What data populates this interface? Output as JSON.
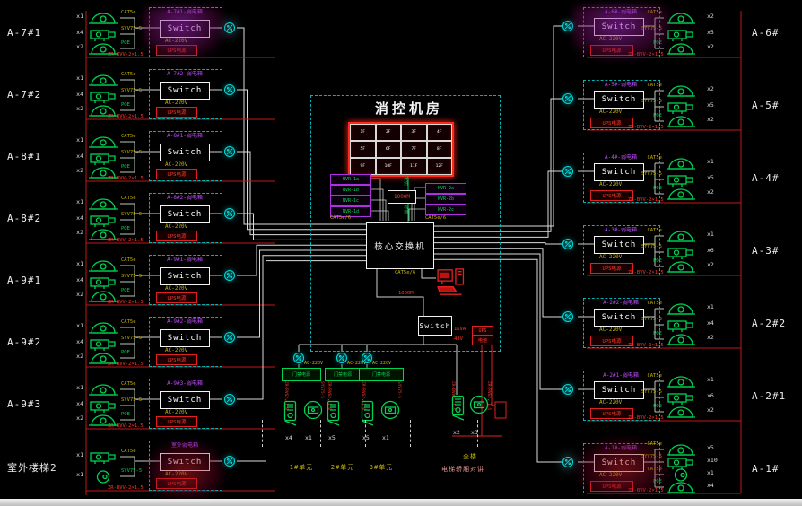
{
  "colors": {
    "background": "#000000",
    "green": "#00d353",
    "cyan": "#00b4b4",
    "purple": "#c24dff",
    "red": "#ff2a1a",
    "yellow": "#c8b400",
    "white": "#ececec"
  },
  "left_labels": [
    "A-7#1",
    "A-7#2",
    "A-8#1",
    "A-8#2",
    "A-9#1",
    "A-9#2",
    "A-9#3",
    "室外楼梯2"
  ],
  "right_labels": [
    "A-6#",
    "A-5#",
    "A-4#",
    "A-3#",
    "A-2#2",
    "A-2#1",
    "A-1#"
  ],
  "left_blocks": [
    {
      "cabinet_label": "A-7#1-弱电箱",
      "switch_label": "Switch",
      "power_label": "AC-220V",
      "ups_label": "UPS电源",
      "feeder_label": "ZR-BVV-2×1.5",
      "devices": [
        {
          "icon": "dome-camera",
          "wire_label": "CAT5e",
          "count": "x1"
        },
        {
          "icon": "box-camera",
          "wire_label": "SYV75-5",
          "count": "x4"
        },
        {
          "icon": "dome-camera",
          "wire_label": "POE",
          "count": "x2"
        }
      ]
    },
    {
      "cabinet_label": "A-7#2-弱电箱",
      "switch_label": "Switch",
      "power_label": "AC-220V",
      "ups_label": "UPS电源",
      "feeder_label": "ZR-BVV-2×1.5",
      "devices": [
        {
          "icon": "dome-camera",
          "wire_label": "CAT5e",
          "count": "x1"
        },
        {
          "icon": "box-camera",
          "wire_label": "SYV75-5",
          "count": "x4"
        },
        {
          "icon": "dome-camera",
          "wire_label": "POE",
          "count": "x2"
        }
      ]
    },
    {
      "cabinet_label": "A-8#1-弱电箱",
      "switch_label": "Switch",
      "power_label": "AC-220V",
      "ups_label": "UPS电源",
      "feeder_label": "ZR-BVV-2×1.5",
      "devices": [
        {
          "icon": "dome-camera",
          "wire_label": "CAT5e",
          "count": "x1"
        },
        {
          "icon": "box-camera",
          "wire_label": "SYV75-5",
          "count": "x4"
        },
        {
          "icon": "dome-camera",
          "wire_label": "POE",
          "count": "x2"
        }
      ]
    },
    {
      "cabinet_label": "A-8#2-弱电箱",
      "switch_label": "Switch",
      "power_label": "AC-220V",
      "ups_label": "UPS电源",
      "feeder_label": "ZR-BVV-2×1.5",
      "devices": [
        {
          "icon": "dome-camera",
          "wire_label": "CAT5e",
          "count": "x1"
        },
        {
          "icon": "box-camera",
          "wire_label": "SYV75-5",
          "count": "x4"
        },
        {
          "icon": "dome-camera",
          "wire_label": "POE",
          "count": "x2"
        }
      ]
    },
    {
      "cabinet_label": "A-9#1-弱电箱",
      "switch_label": "Switch",
      "power_label": "AC-220V",
      "ups_label": "UPS电源",
      "feeder_label": "ZR-BVV-2×1.5",
      "devices": [
        {
          "icon": "dome-camera",
          "wire_label": "CAT5e",
          "count": "x1"
        },
        {
          "icon": "box-camera",
          "wire_label": "SYV75-5",
          "count": "x4"
        },
        {
          "icon": "dome-camera",
          "wire_label": "POE",
          "count": "x2"
        }
      ]
    },
    {
      "cabinet_label": "A-9#2-弱电箱",
      "switch_label": "Switch",
      "power_label": "AC-220V",
      "ups_label": "UPS电源",
      "feeder_label": "ZR-BVV-2×1.5",
      "devices": [
        {
          "icon": "dome-camera",
          "wire_label": "CAT5e",
          "count": "x1"
        },
        {
          "icon": "box-camera",
          "wire_label": "SYV75-5",
          "count": "x4"
        },
        {
          "icon": "dome-camera",
          "wire_label": "POE",
          "count": "x2"
        }
      ]
    },
    {
      "cabinet_label": "A-9#3-弱电箱",
      "switch_label": "Switch",
      "power_label": "AC-220V",
      "ups_label": "UPS电源",
      "feeder_label": "ZR-BVV-2×1.5",
      "devices": [
        {
          "icon": "dome-camera",
          "wire_label": "CAT5e",
          "count": "x1"
        },
        {
          "icon": "box-camera",
          "wire_label": "SYV75-5",
          "count": "x4"
        },
        {
          "icon": "dome-camera",
          "wire_label": "POE",
          "count": "x2"
        }
      ]
    },
    {
      "cabinet_label": "室外弱电箱",
      "switch_label": "Switch",
      "power_label": "AC-220V",
      "ups_label": "UPS电源",
      "feeder_label": "ZR-BVV-2×1.5",
      "devices": [
        {
          "icon": "box-camera",
          "wire_label": "CAT5e",
          "count": "x1"
        },
        {
          "icon": "ball-camera",
          "wire_label": "SYV75-5",
          "count": "x1"
        }
      ]
    }
  ],
  "right_blocks": [
    {
      "cabinet_label": "A-6#-弱电箱",
      "switch_label": "Switch",
      "power_label": "AC-220V",
      "ups_label": "UPS电源",
      "feeder_label": "ZR-BVV-2×1.5",
      "devices": [
        {
          "icon": "dome-camera",
          "wire_label": "CAT5e",
          "count": "x2"
        },
        {
          "icon": "box-camera",
          "wire_label": "SYV75-5",
          "count": "x5"
        },
        {
          "icon": "dome-camera",
          "wire_label": "POE",
          "count": "x2"
        }
      ]
    },
    {
      "cabinet_label": "A-5#-弱电箱",
      "switch_label": "Switch",
      "power_label": "AC-220V",
      "ups_label": "UPS电源",
      "feeder_label": "ZR-BVV-2×1.5",
      "devices": [
        {
          "icon": "dome-camera",
          "wire_label": "CAT5e",
          "count": "x2"
        },
        {
          "icon": "box-camera",
          "wire_label": "SYV75-5",
          "count": "x5"
        },
        {
          "icon": "dome-camera",
          "wire_label": "POE",
          "count": "x2"
        }
      ]
    },
    {
      "cabinet_label": "A-4#-弱电箱",
      "switch_label": "Switch",
      "power_label": "AC-220V",
      "ups_label": "UPS电源",
      "feeder_label": "ZR-BVV-2×1.5",
      "devices": [
        {
          "icon": "dome-camera",
          "wire_label": "CAT5e",
          "count": "x1"
        },
        {
          "icon": "box-camera",
          "wire_label": "SYV75-5",
          "count": "x5"
        },
        {
          "icon": "dome-camera",
          "wire_label": "POE",
          "count": "x2"
        }
      ]
    },
    {
      "cabinet_label": "A-3#-弱电箱",
      "switch_label": "Switch",
      "power_label": "AC-220V",
      "ups_label": "UPS电源",
      "feeder_label": "ZR-BVV-2×1.5",
      "devices": [
        {
          "icon": "dome-camera",
          "wire_label": "CAT5e",
          "count": "x1"
        },
        {
          "icon": "box-camera",
          "wire_label": "SYV75-5",
          "count": "x6"
        },
        {
          "icon": "dome-camera",
          "wire_label": "POE",
          "count": "x2"
        }
      ]
    },
    {
      "cabinet_label": "A-2#2-弱电箱",
      "switch_label": "Switch",
      "power_label": "AC-220V",
      "ups_label": "UPS电源",
      "feeder_label": "ZR-BVV-2×1.5",
      "devices": [
        {
          "icon": "dome-camera",
          "wire_label": "CAT5e",
          "count": "x1"
        },
        {
          "icon": "box-camera",
          "wire_label": "SYV75-5",
          "count": "x4"
        },
        {
          "icon": "dome-camera",
          "wire_label": "POE",
          "count": "x2"
        }
      ]
    },
    {
      "cabinet_label": "A-2#1-弱电箱",
      "switch_label": "Switch",
      "power_label": "AC-220V",
      "ups_label": "UPS电源",
      "feeder_label": "ZR-BVV-2×1.5",
      "devices": [
        {
          "icon": "dome-camera",
          "wire_label": "CAT5e",
          "count": "x1"
        },
        {
          "icon": "box-camera",
          "wire_label": "SYV75-5",
          "count": "x6"
        },
        {
          "icon": "dome-camera",
          "wire_label": "POE",
          "count": "x2"
        }
      ]
    },
    {
      "cabinet_label": "A-1#-弱电箱",
      "switch_label": "Switch",
      "power_label": "AC-220V",
      "ups_label": "UPS电源",
      "feeder_label": "ZR-BVV-2×1.5",
      "devices": [
        {
          "icon": "dome-camera",
          "wire_label": "CAT5e",
          "count": "x5"
        },
        {
          "icon": "box-camera",
          "wire_label": "SYV75-5",
          "count": "x10"
        },
        {
          "icon": "ball-camera",
          "wire_label": "CAT5e",
          "count": "x1"
        },
        {
          "icon": "dome-camera",
          "wire_label": "POE",
          "count": "x4"
        }
      ]
    }
  ],
  "control_room": {
    "title": "消控机房",
    "monitor_wall": {
      "cells": [
        "1F",
        "2F",
        "3F",
        "4F",
        "5F",
        "6F",
        "7F",
        "8F",
        "9F",
        "10F",
        "11F",
        "12F"
      ]
    },
    "storage_left": [
      "NVR-1a",
      "NVR-1b",
      "NVR-1c",
      "NVR-1d"
    ],
    "storage_right": [
      "NVR-2a",
      "NVR-2b",
      "NVR-2c"
    ],
    "storage_cable_left": "CAT5e/6",
    "storage_cable_right": "CAT5e/6",
    "matrix_label": "1000M",
    "riser_label_top": "光纤",
    "riser_label_bottom": "视频",
    "core_switch_label": "核心交换机",
    "workstation_cable": "CAT5e/6",
    "uplink_label": "1000M",
    "sub_switch_label": "Switch",
    "ups_unit": {
      "rows": [
        {
          "label": "1KVA",
          "box": "UPS"
        },
        {
          "label": "48V",
          "box": "电池"
        }
      ]
    }
  },
  "bottom_groups": [
    {
      "power_label": "AC-220V",
      "dist_label": "门禁电源",
      "cables": [
        "ZR-RVS2×1.0",
        "SYV75-5"
      ],
      "devices": [
        {
          "icon": "door-station",
          "count": "x4"
        },
        {
          "icon": "dome-in-circle",
          "count": "x1"
        }
      ],
      "caption": "1#单元",
      "caption2": ""
    },
    {
      "power_label": "AC-220V",
      "dist_label": "门禁电源",
      "cables": [
        "ZR-RVS2×1.0"
      ],
      "devices": [
        {
          "icon": "door-station",
          "count": "x5"
        }
      ],
      "caption": "2#单元",
      "caption2": ""
    },
    {
      "power_label": "AC-220V",
      "dist_label": "门禁电源",
      "cables": [
        "ZR-RVS2×1.0",
        "SYV75-5"
      ],
      "devices": [
        {
          "icon": "door-station",
          "count": "x5"
        },
        {
          "icon": "dome-in-circle",
          "count": "x1"
        }
      ],
      "caption": "3#单元",
      "caption2": ""
    },
    {
      "power_label": "",
      "dist_label": "",
      "cables": [
        "ZR-BVV2×1.5",
        "ZR-RVS2×1.5"
      ],
      "devices": [
        {
          "icon": "door-station",
          "count": "x2"
        },
        {
          "icon": "dome-in-circle",
          "count": "x3"
        }
      ],
      "caption": "全楼",
      "caption2": "电梯轿厢对讲"
    }
  ]
}
